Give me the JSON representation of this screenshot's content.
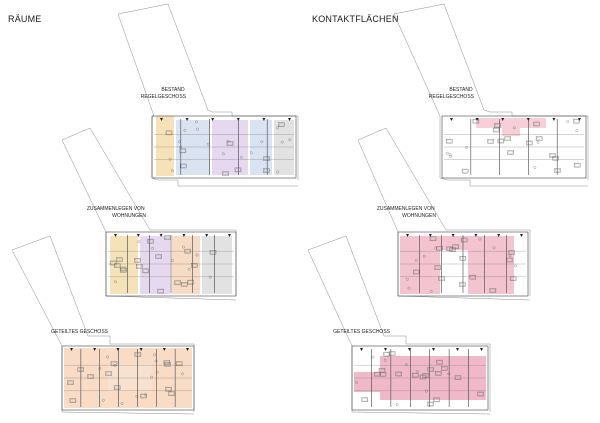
{
  "columns": [
    {
      "id": "raeume",
      "heading": "RÄUME",
      "floors": [
        {
          "label_lines": [
            "BESTAND",
            "REGELGESCHOSS"
          ],
          "colors": [
            "#f6e2b8",
            "#d9e3f2",
            "#e6d8ee",
            "#e2e2e2"
          ]
        },
        {
          "label_lines": [
            "ZUSAMMENLEGEN VON",
            "WOHNUNGEN"
          ],
          "colors": [
            "#f6e2b8",
            "#e6d8ee",
            "#f6dcc4",
            "#e2e2e2"
          ]
        },
        {
          "label_lines": [
            "GETEILTES GESCHOSS"
          ],
          "colors": [
            "#f8dcc6",
            "#f8e2cf"
          ]
        }
      ]
    },
    {
      "id": "kontaktflaechen",
      "heading": "KONTAKTFLÄCHEN",
      "floors": [
        {
          "label_lines": [
            "BESTAND",
            "REGELGESCHOSS"
          ],
          "colors": [
            "#f6cfd8"
          ]
        },
        {
          "label_lines": [
            "ZUSAMMENLEGEN VON",
            "WOHNUNGEN"
          ],
          "colors": [
            "#f4c3d0"
          ]
        },
        {
          "label_lines": [
            "GETEILTES GESCHOSS"
          ],
          "colors": [
            "#f0b9c9"
          ]
        }
      ]
    }
  ]
}
